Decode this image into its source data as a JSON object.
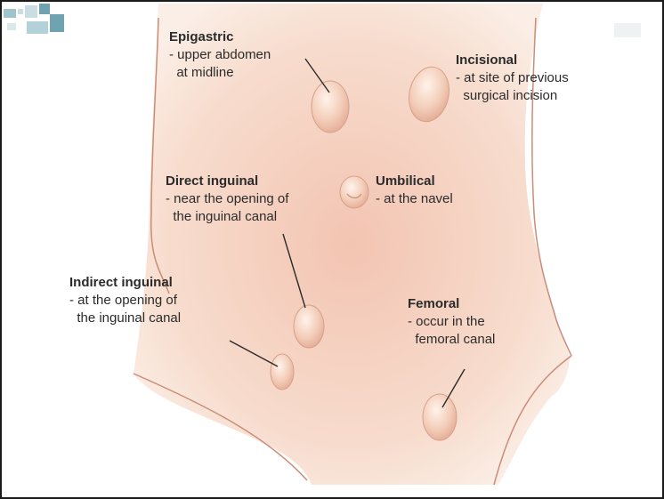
{
  "hernias": [
    {
      "id": "epigastric",
      "title": "Epigastric",
      "description": "- upper abdomen\n  at midline"
    },
    {
      "id": "incisional",
      "title": "Incisional",
      "description": "- at site of previous\n  surgical incision"
    },
    {
      "id": "direct-inguinal",
      "title": "Direct inguinal",
      "description": "- near the opening of\n  the inguinal canal"
    },
    {
      "id": "umbilical",
      "title": "Umbilical",
      "description": "- at the navel"
    },
    {
      "id": "indirect-inguinal",
      "title": "Indirect inguinal",
      "description": "- at the opening of\n  the inguinal canal"
    },
    {
      "id": "femoral",
      "title": "Femoral",
      "description": "- occur in the\n  femoral canal"
    }
  ],
  "colors": {
    "skin": "#f6d8c8",
    "skin_shadow": "#e9b7a2",
    "outline": "#c98d78",
    "bulge": "#f3cdb9",
    "leader": "#2b2b2b",
    "frame": "#1a1a1a",
    "logo_accent": "#6fa3b0"
  }
}
